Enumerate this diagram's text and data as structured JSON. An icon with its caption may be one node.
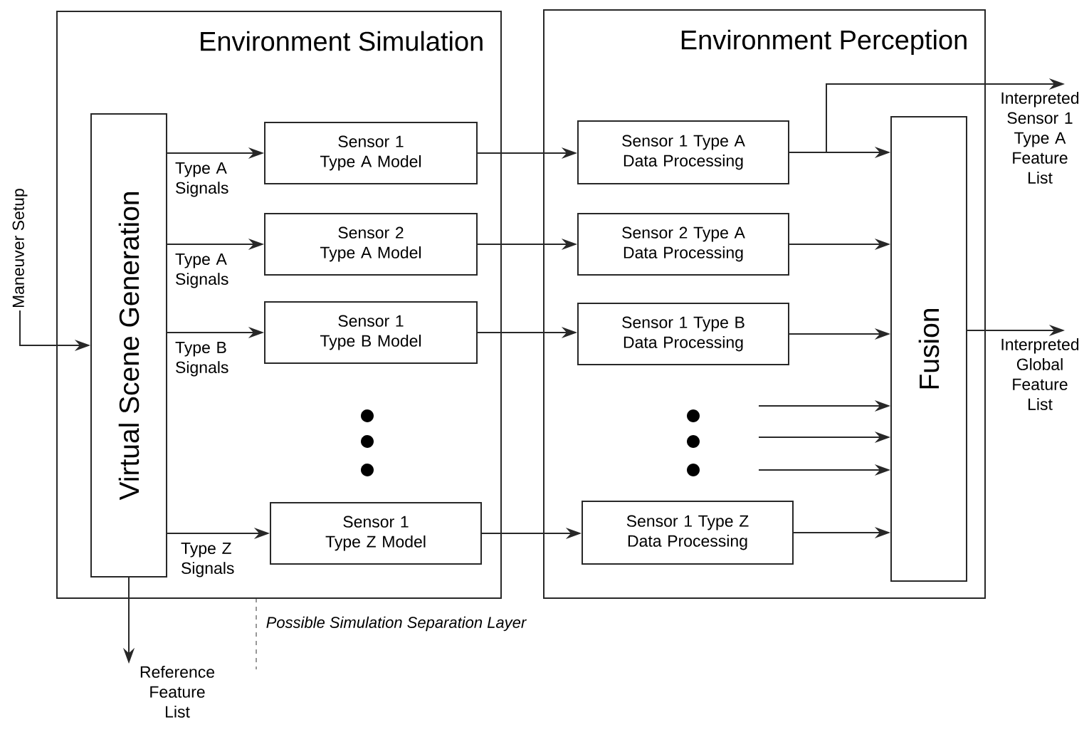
{
  "diagram": {
    "nodes": [
      {
        "text": [
          "Environment Simulation"
        ]
      },
      {
        "text": [
          "Virtual Scene Generation"
        ],
        "in": 0
      },
      {
        "text": [
          "Sensor 1 Type A Model"
        ],
        "in": 0
      },
      {
        "text": [
          "Sensor 2 Type A Model"
        ],
        "in": 0
      },
      {
        "text": [
          "Sensor 1 Type B Model"
        ],
        "in": 0
      },
      {
        "text": [
          "Sensor 1 Type Z Model"
        ],
        "in": 0
      },
      {
        "text": [
          "Environment Perception"
        ]
      },
      {
        "text": [
          "Sensor 1 Type A Data Processing"
        ],
        "in": 6
      },
      {
        "text": [
          "Sensor 2 Type A Data Processing"
        ],
        "in": 6
      },
      {
        "text": [
          "Sensor 1 Type B Data Processing"
        ],
        "in": 6
      },
      {
        "text": [
          "Sensor 1 Type Z Data Processing"
        ],
        "in": 6
      },
      {
        "text": [
          "Fusion"
        ],
        "in": 6
      },
      {
        "text": [
          "Maneuver Setup"
        ]
      },
      {
        "text": [
          "Reference Feature List"
        ]
      },
      {
        "text": [
          "Interpreted Sensor 1 Type A Feature List"
        ]
      },
      {
        "text": [
          "Interpreted Global Feature List"
        ]
      }
    ],
    "edges": [
      {
        "from": 12,
        "to": 1,
        "arrow": "to"
      },
      {
        "from": 1,
        "to": 2,
        "arrow": "to",
        "label": "Type A Signals"
      },
      {
        "from": 1,
        "to": 3,
        "arrow": "to",
        "label": "Type A Signals"
      },
      {
        "from": 1,
        "to": 4,
        "arrow": "to",
        "label": "Type B Signals"
      },
      {
        "from": 1,
        "to": 5,
        "arrow": "to",
        "label": "Type Z Signals"
      },
      {
        "from": 2,
        "to": 7,
        "arrow": "to"
      },
      {
        "from": 3,
        "to": 8,
        "arrow": "to"
      },
      {
        "from": 4,
        "to": 9,
        "arrow": "to"
      },
      {
        "from": 5,
        "to": 10,
        "arrow": "to"
      },
      {
        "from": 7,
        "to": 11,
        "arrow": "to"
      },
      {
        "from": 8,
        "to": 11,
        "arrow": "to"
      },
      {
        "from": 9,
        "to": 11,
        "arrow": "to"
      },
      {
        "from": 10,
        "to": 11,
        "arrow": "to"
      },
      {
        "from": null,
        "to": 11,
        "arrow": "to"
      },
      {
        "from": null,
        "to": 11,
        "arrow": "to"
      },
      {
        "from": null,
        "to": 11,
        "arrow": "to"
      },
      {
        "from": 7,
        "to": 14,
        "arrow": "to"
      },
      {
        "from": 11,
        "to": 15,
        "arrow": "to"
      },
      {
        "from": 1,
        "to": 13,
        "arrow": "to"
      }
    ],
    "labels": [
      "Possible Simulation Separation Layer"
    ]
  }
}
